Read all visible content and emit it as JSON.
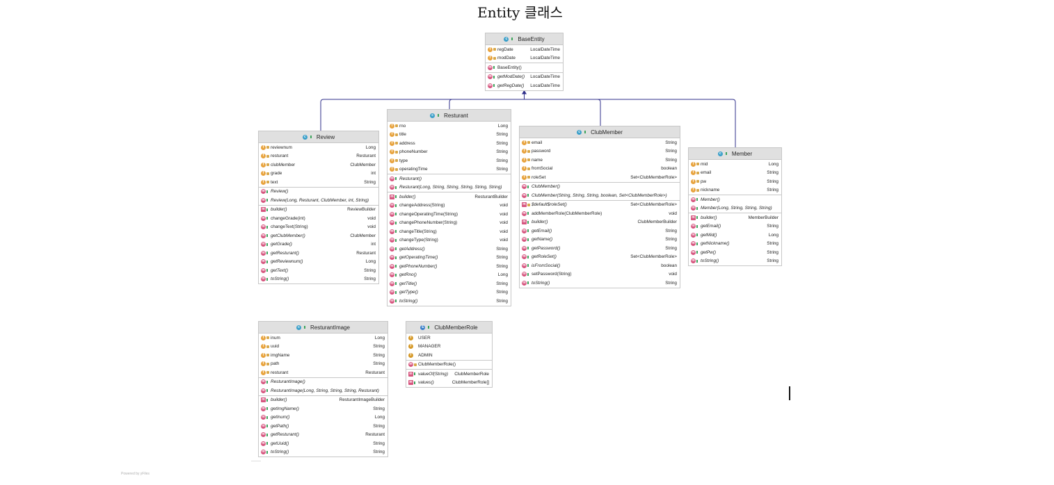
{
  "title": "Entity 클래스",
  "footer": "Powered by yFiles",
  "colors": {
    "edge": "#2e2e8a",
    "header_bg": "#e0e0e0",
    "border": "#c7c7c7"
  },
  "classes": [
    {
      "key": "baseentity",
      "name": "BaseEntity",
      "icon": "class-icon",
      "sections": [
        [
          {
            "icon": "f",
            "vis": "lock",
            "name": "regDate",
            "type": "LocalDateTime",
            "italic": false
          },
          {
            "icon": "f",
            "vis": "lock",
            "name": "modDate",
            "type": "LocalDateTime",
            "italic": false
          }
        ],
        [
          {
            "icon": "m",
            "vis": "open",
            "name": "BaseEntity()",
            "type": "",
            "italic": false
          }
        ],
        [
          {
            "icon": "m",
            "vis": "open",
            "name": "getModDate()",
            "type": "LocalDateTime",
            "italic": true
          },
          {
            "icon": "m",
            "vis": "open",
            "name": "getRegDate()",
            "type": "LocalDateTime",
            "italic": true
          }
        ]
      ]
    },
    {
      "key": "review",
      "name": "Review",
      "icon": "class-icon",
      "sections": [
        [
          {
            "icon": "f",
            "vis": "lock",
            "name": "reviewnum",
            "type": "Long",
            "italic": false
          },
          {
            "icon": "f",
            "vis": "lock",
            "name": "resturant",
            "type": "Resturant",
            "italic": false
          },
          {
            "icon": "f",
            "vis": "lock",
            "name": "clubMember",
            "type": "ClubMember",
            "italic": false
          },
          {
            "icon": "f",
            "vis": "lock",
            "name": "grade",
            "type": "int",
            "italic": false
          },
          {
            "icon": "f",
            "vis": "lock",
            "name": "text",
            "type": "String",
            "italic": false
          }
        ],
        [
          {
            "icon": "m",
            "vis": "open",
            "name": "Review()",
            "type": "",
            "italic": true
          },
          {
            "icon": "m",
            "vis": "open",
            "name": "Review(Long, Resturant, ClubMember, int, String)",
            "type": "",
            "italic": true
          }
        ],
        [
          {
            "icon": "ms",
            "vis": "open",
            "name": "builder()",
            "type": "ReviewBuilder",
            "italic": true
          },
          {
            "icon": "m",
            "vis": "open",
            "name": "changeGrade(int)",
            "type": "void",
            "italic": false
          },
          {
            "icon": "m",
            "vis": "open",
            "name": "changeText(String)",
            "type": "void",
            "italic": false
          },
          {
            "icon": "m",
            "vis": "open",
            "name": "getClubMember()",
            "type": "ClubMember",
            "italic": true
          },
          {
            "icon": "m",
            "vis": "open",
            "name": "getGrade()",
            "type": "int",
            "italic": true
          },
          {
            "icon": "m",
            "vis": "open",
            "name": "getResturant()",
            "type": "Resturant",
            "italic": true
          },
          {
            "icon": "m",
            "vis": "open",
            "name": "getReviewnum()",
            "type": "Long",
            "italic": true
          },
          {
            "icon": "m",
            "vis": "open",
            "name": "getText()",
            "type": "String",
            "italic": true
          },
          {
            "icon": "m",
            "vis": "open",
            "name": "toString()",
            "type": "String",
            "italic": true
          }
        ]
      ]
    },
    {
      "key": "resturant",
      "name": "Resturant",
      "icon": "class-icon",
      "sections": [
        [
          {
            "icon": "f",
            "vis": "lock",
            "name": "rno",
            "type": "Long",
            "italic": false
          },
          {
            "icon": "f",
            "vis": "lock",
            "name": "title",
            "type": "String",
            "italic": false
          },
          {
            "icon": "f",
            "vis": "lock",
            "name": "address",
            "type": "String",
            "italic": false
          },
          {
            "icon": "f",
            "vis": "lock",
            "name": "phoneNumber",
            "type": "String",
            "italic": false
          },
          {
            "icon": "f",
            "vis": "lock",
            "name": "type",
            "type": "String",
            "italic": false
          },
          {
            "icon": "f",
            "vis": "lock",
            "name": "operatingTime",
            "type": "String",
            "italic": false
          }
        ],
        [
          {
            "icon": "m",
            "vis": "open",
            "name": "Resturant()",
            "type": "",
            "italic": true
          },
          {
            "icon": "m",
            "vis": "open",
            "name": "Resturant(Long, String, String, String, String, String)",
            "type": "",
            "italic": true
          }
        ],
        [
          {
            "icon": "ms",
            "vis": "open",
            "name": "builder()",
            "type": "ResturantBuilder",
            "italic": true
          },
          {
            "icon": "m",
            "vis": "open",
            "name": "changeAddress(String)",
            "type": "void",
            "italic": false
          },
          {
            "icon": "m",
            "vis": "open",
            "name": "changeOperatingTime(String)",
            "type": "void",
            "italic": false
          },
          {
            "icon": "m",
            "vis": "open",
            "name": "changePhoneNumber(String)",
            "type": "void",
            "italic": false
          },
          {
            "icon": "m",
            "vis": "open",
            "name": "changeTitle(String)",
            "type": "void",
            "italic": false
          },
          {
            "icon": "m",
            "vis": "open",
            "name": "changeType(String)",
            "type": "void",
            "italic": false
          },
          {
            "icon": "m",
            "vis": "open",
            "name": "getAddress()",
            "type": "String",
            "italic": true
          },
          {
            "icon": "m",
            "vis": "open",
            "name": "getOperatingTime()",
            "type": "String",
            "italic": true
          },
          {
            "icon": "m",
            "vis": "open",
            "name": "getPhoneNumber()",
            "type": "String",
            "italic": true
          },
          {
            "icon": "m",
            "vis": "open",
            "name": "getRno()",
            "type": "Long",
            "italic": true
          },
          {
            "icon": "m",
            "vis": "open",
            "name": "getTitle()",
            "type": "String",
            "italic": true
          },
          {
            "icon": "m",
            "vis": "open",
            "name": "getType()",
            "type": "String",
            "italic": true
          },
          {
            "icon": "m",
            "vis": "open",
            "name": "toString()",
            "type": "String",
            "italic": true
          }
        ]
      ]
    },
    {
      "key": "clubmember",
      "name": "ClubMember",
      "icon": "class-icon",
      "sections": [
        [
          {
            "icon": "f",
            "vis": "lock",
            "name": "email",
            "type": "String",
            "italic": false
          },
          {
            "icon": "f",
            "vis": "lock",
            "name": "password",
            "type": "String",
            "italic": false
          },
          {
            "icon": "f",
            "vis": "lock",
            "name": "name",
            "type": "String",
            "italic": false
          },
          {
            "icon": "f",
            "vis": "lock",
            "name": "fromSocial",
            "type": "boolean",
            "italic": false
          },
          {
            "icon": "f",
            "vis": "lock",
            "name": "roleSet",
            "type": "Set<ClubMemberRole>",
            "italic": false
          }
        ],
        [
          {
            "icon": "m",
            "vis": "open",
            "name": "ClubMember()",
            "type": "",
            "italic": true
          },
          {
            "icon": "m",
            "vis": "open",
            "name": "ClubMember(String, String, String, boolean, Set<ClubMemberRole>)",
            "type": "",
            "italic": true
          }
        ],
        [
          {
            "icon": "ms",
            "vis": "lock",
            "name": "$default$roleSet()",
            "type": "Set<ClubMemberRole>",
            "italic": true
          },
          {
            "icon": "m",
            "vis": "open",
            "name": "addMemberRole(ClubMemberRole)",
            "type": "void",
            "italic": false
          },
          {
            "icon": "ms",
            "vis": "open",
            "name": "builder()",
            "type": "ClubMemberBuilder",
            "italic": true
          },
          {
            "icon": "m",
            "vis": "open",
            "name": "getEmail()",
            "type": "String",
            "italic": true
          },
          {
            "icon": "m",
            "vis": "open",
            "name": "getName()",
            "type": "String",
            "italic": true
          },
          {
            "icon": "m",
            "vis": "open",
            "name": "getPassword()",
            "type": "String",
            "italic": true
          },
          {
            "icon": "m",
            "vis": "open",
            "name": "getRoleSet()",
            "type": "Set<ClubMemberRole>",
            "italic": true
          },
          {
            "icon": "m",
            "vis": "open",
            "name": "isFromSocial()",
            "type": "boolean",
            "italic": true
          },
          {
            "icon": "m",
            "vis": "open",
            "name": "setPassword(String)",
            "type": "void",
            "italic": false
          },
          {
            "icon": "m",
            "vis": "open",
            "name": "toString()",
            "type": "String",
            "italic": true
          }
        ]
      ]
    },
    {
      "key": "member",
      "name": "Member",
      "icon": "class-icon",
      "sections": [
        [
          {
            "icon": "f",
            "vis": "lock",
            "name": "mid",
            "type": "Long",
            "italic": false
          },
          {
            "icon": "f",
            "vis": "lock",
            "name": "email",
            "type": "String",
            "italic": false
          },
          {
            "icon": "f",
            "vis": "lock",
            "name": "pw",
            "type": "String",
            "italic": false
          },
          {
            "icon": "f",
            "vis": "lock",
            "name": "nickname",
            "type": "String",
            "italic": false
          }
        ],
        [
          {
            "icon": "m",
            "vis": "open",
            "name": "Member()",
            "type": "",
            "italic": true
          },
          {
            "icon": "m",
            "vis": "open",
            "name": "Member(Long, String, String, String)",
            "type": "",
            "italic": true
          }
        ],
        [
          {
            "icon": "ms",
            "vis": "open",
            "name": "builder()",
            "type": "MemberBuilder",
            "italic": true
          },
          {
            "icon": "m",
            "vis": "open",
            "name": "getEmail()",
            "type": "String",
            "italic": true
          },
          {
            "icon": "m",
            "vis": "open",
            "name": "getMid()",
            "type": "Long",
            "italic": true
          },
          {
            "icon": "m",
            "vis": "open",
            "name": "getNickname()",
            "type": "String",
            "italic": true
          },
          {
            "icon": "m",
            "vis": "open",
            "name": "getPw()",
            "type": "String",
            "italic": true
          },
          {
            "icon": "m",
            "vis": "open",
            "name": "toString()",
            "type": "String",
            "italic": true
          }
        ]
      ]
    },
    {
      "key": "resturantimage",
      "name": "ResturantImage",
      "icon": "class-icon",
      "sections": [
        [
          {
            "icon": "f",
            "vis": "lock",
            "name": "inum",
            "type": "Long",
            "italic": false
          },
          {
            "icon": "f",
            "vis": "lock",
            "name": "uuid",
            "type": "String",
            "italic": false
          },
          {
            "icon": "f",
            "vis": "lock",
            "name": "imgName",
            "type": "String",
            "italic": false
          },
          {
            "icon": "f",
            "vis": "lock",
            "name": "path",
            "type": "String",
            "italic": false
          },
          {
            "icon": "f",
            "vis": "lock",
            "name": "resturant",
            "type": "Resturant",
            "italic": false
          }
        ],
        [
          {
            "icon": "m",
            "vis": "open",
            "name": "ResturantImage()",
            "type": "",
            "italic": true
          },
          {
            "icon": "m",
            "vis": "open",
            "name": "ResturantImage(Long, String, String, String, Resturant)",
            "type": "",
            "italic": true
          }
        ],
        [
          {
            "icon": "ms",
            "vis": "open",
            "name": "builder()",
            "type": "ResturantImageBuilder",
            "italic": true
          },
          {
            "icon": "m",
            "vis": "open",
            "name": "getImgName()",
            "type": "String",
            "italic": true
          },
          {
            "icon": "m",
            "vis": "open",
            "name": "getInum()",
            "type": "Long",
            "italic": true
          },
          {
            "icon": "m",
            "vis": "open",
            "name": "getPath()",
            "type": "String",
            "italic": true
          },
          {
            "icon": "m",
            "vis": "open",
            "name": "getResturant()",
            "type": "Resturant",
            "italic": true
          },
          {
            "icon": "m",
            "vis": "open",
            "name": "getUuid()",
            "type": "String",
            "italic": true
          },
          {
            "icon": "m",
            "vis": "open",
            "name": "toString()",
            "type": "String",
            "italic": true
          }
        ]
      ]
    },
    {
      "key": "clubmemberrole",
      "name": "ClubMemberRole",
      "icon": "enum-icon",
      "sections": [
        [
          {
            "icon": "ef",
            "vis": "none",
            "name": "USER",
            "type": "",
            "italic": false
          },
          {
            "icon": "ef",
            "vis": "none",
            "name": "MANAGER",
            "type": "",
            "italic": false
          },
          {
            "icon": "ef",
            "vis": "none",
            "name": "ADMIN",
            "type": "",
            "italic": false
          }
        ],
        [
          {
            "icon": "m",
            "vis": "lock",
            "name": "ClubMemberRole()",
            "type": "",
            "italic": false
          }
        ],
        [
          {
            "icon": "ms",
            "vis": "open",
            "name": "valueOf(String)",
            "type": "ClubMemberRole",
            "italic": true
          },
          {
            "icon": "ms",
            "vis": "open",
            "name": "values()",
            "type": "ClubMemberRole[]",
            "italic": true
          }
        ]
      ]
    }
  ],
  "edges": [
    {
      "from": "review",
      "to": "baseentity",
      "kind": "extends"
    },
    {
      "from": "resturant",
      "to": "baseentity",
      "kind": "extends"
    },
    {
      "from": "clubmember",
      "to": "baseentity",
      "kind": "extends"
    },
    {
      "from": "member",
      "to": "baseentity",
      "kind": "extends"
    }
  ]
}
